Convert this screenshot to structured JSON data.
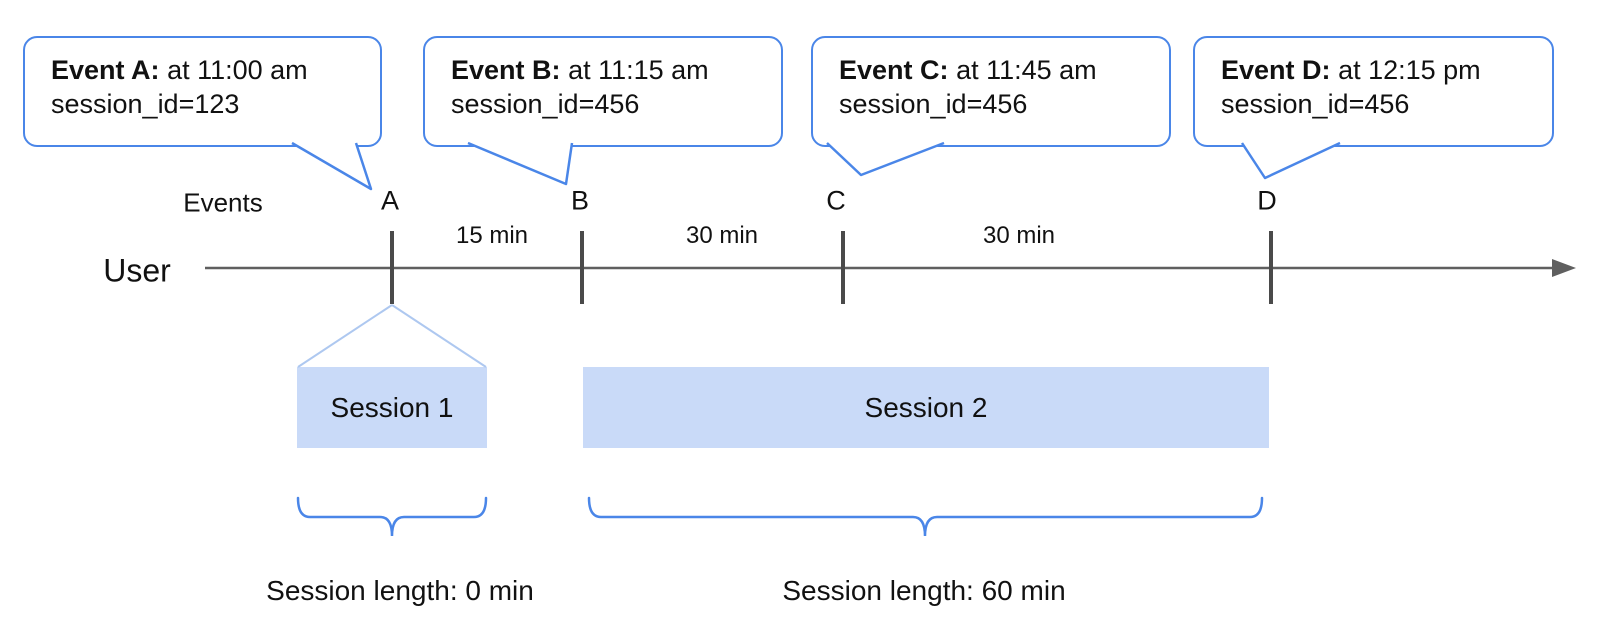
{
  "events": [
    {
      "label": "A",
      "name": "Event A:",
      "time": "at 11:00 am",
      "session": "session_id=123"
    },
    {
      "label": "B",
      "name": "Event B:",
      "time": "at 11:15 am",
      "session": "session_id=456"
    },
    {
      "label": "C",
      "name": "Event C:",
      "time": "at 11:45 am",
      "session": "session_id=456"
    },
    {
      "label": "D",
      "name": "Event D:",
      "time": "at 12:15 pm",
      "session": "session_id=456"
    }
  ],
  "intervals": [
    "15 min",
    "30 min",
    "30 min"
  ],
  "axis": {
    "events_label": "Events",
    "user_label": "User"
  },
  "sessions": [
    {
      "name": "Session 1",
      "length_label": "Session length: 0 min"
    },
    {
      "name": "Session 2",
      "length_label": "Session length: 60 min"
    }
  ],
  "colors": {
    "bubble_border": "#4a86e8",
    "session_fill": "#c9daf8",
    "brace": "#4a86e8",
    "funnel_line": "#aec8f0",
    "timeline": "#5f5f5f",
    "tick": "#4a4a4a",
    "text": "#111111",
    "bg": "#ffffff"
  }
}
